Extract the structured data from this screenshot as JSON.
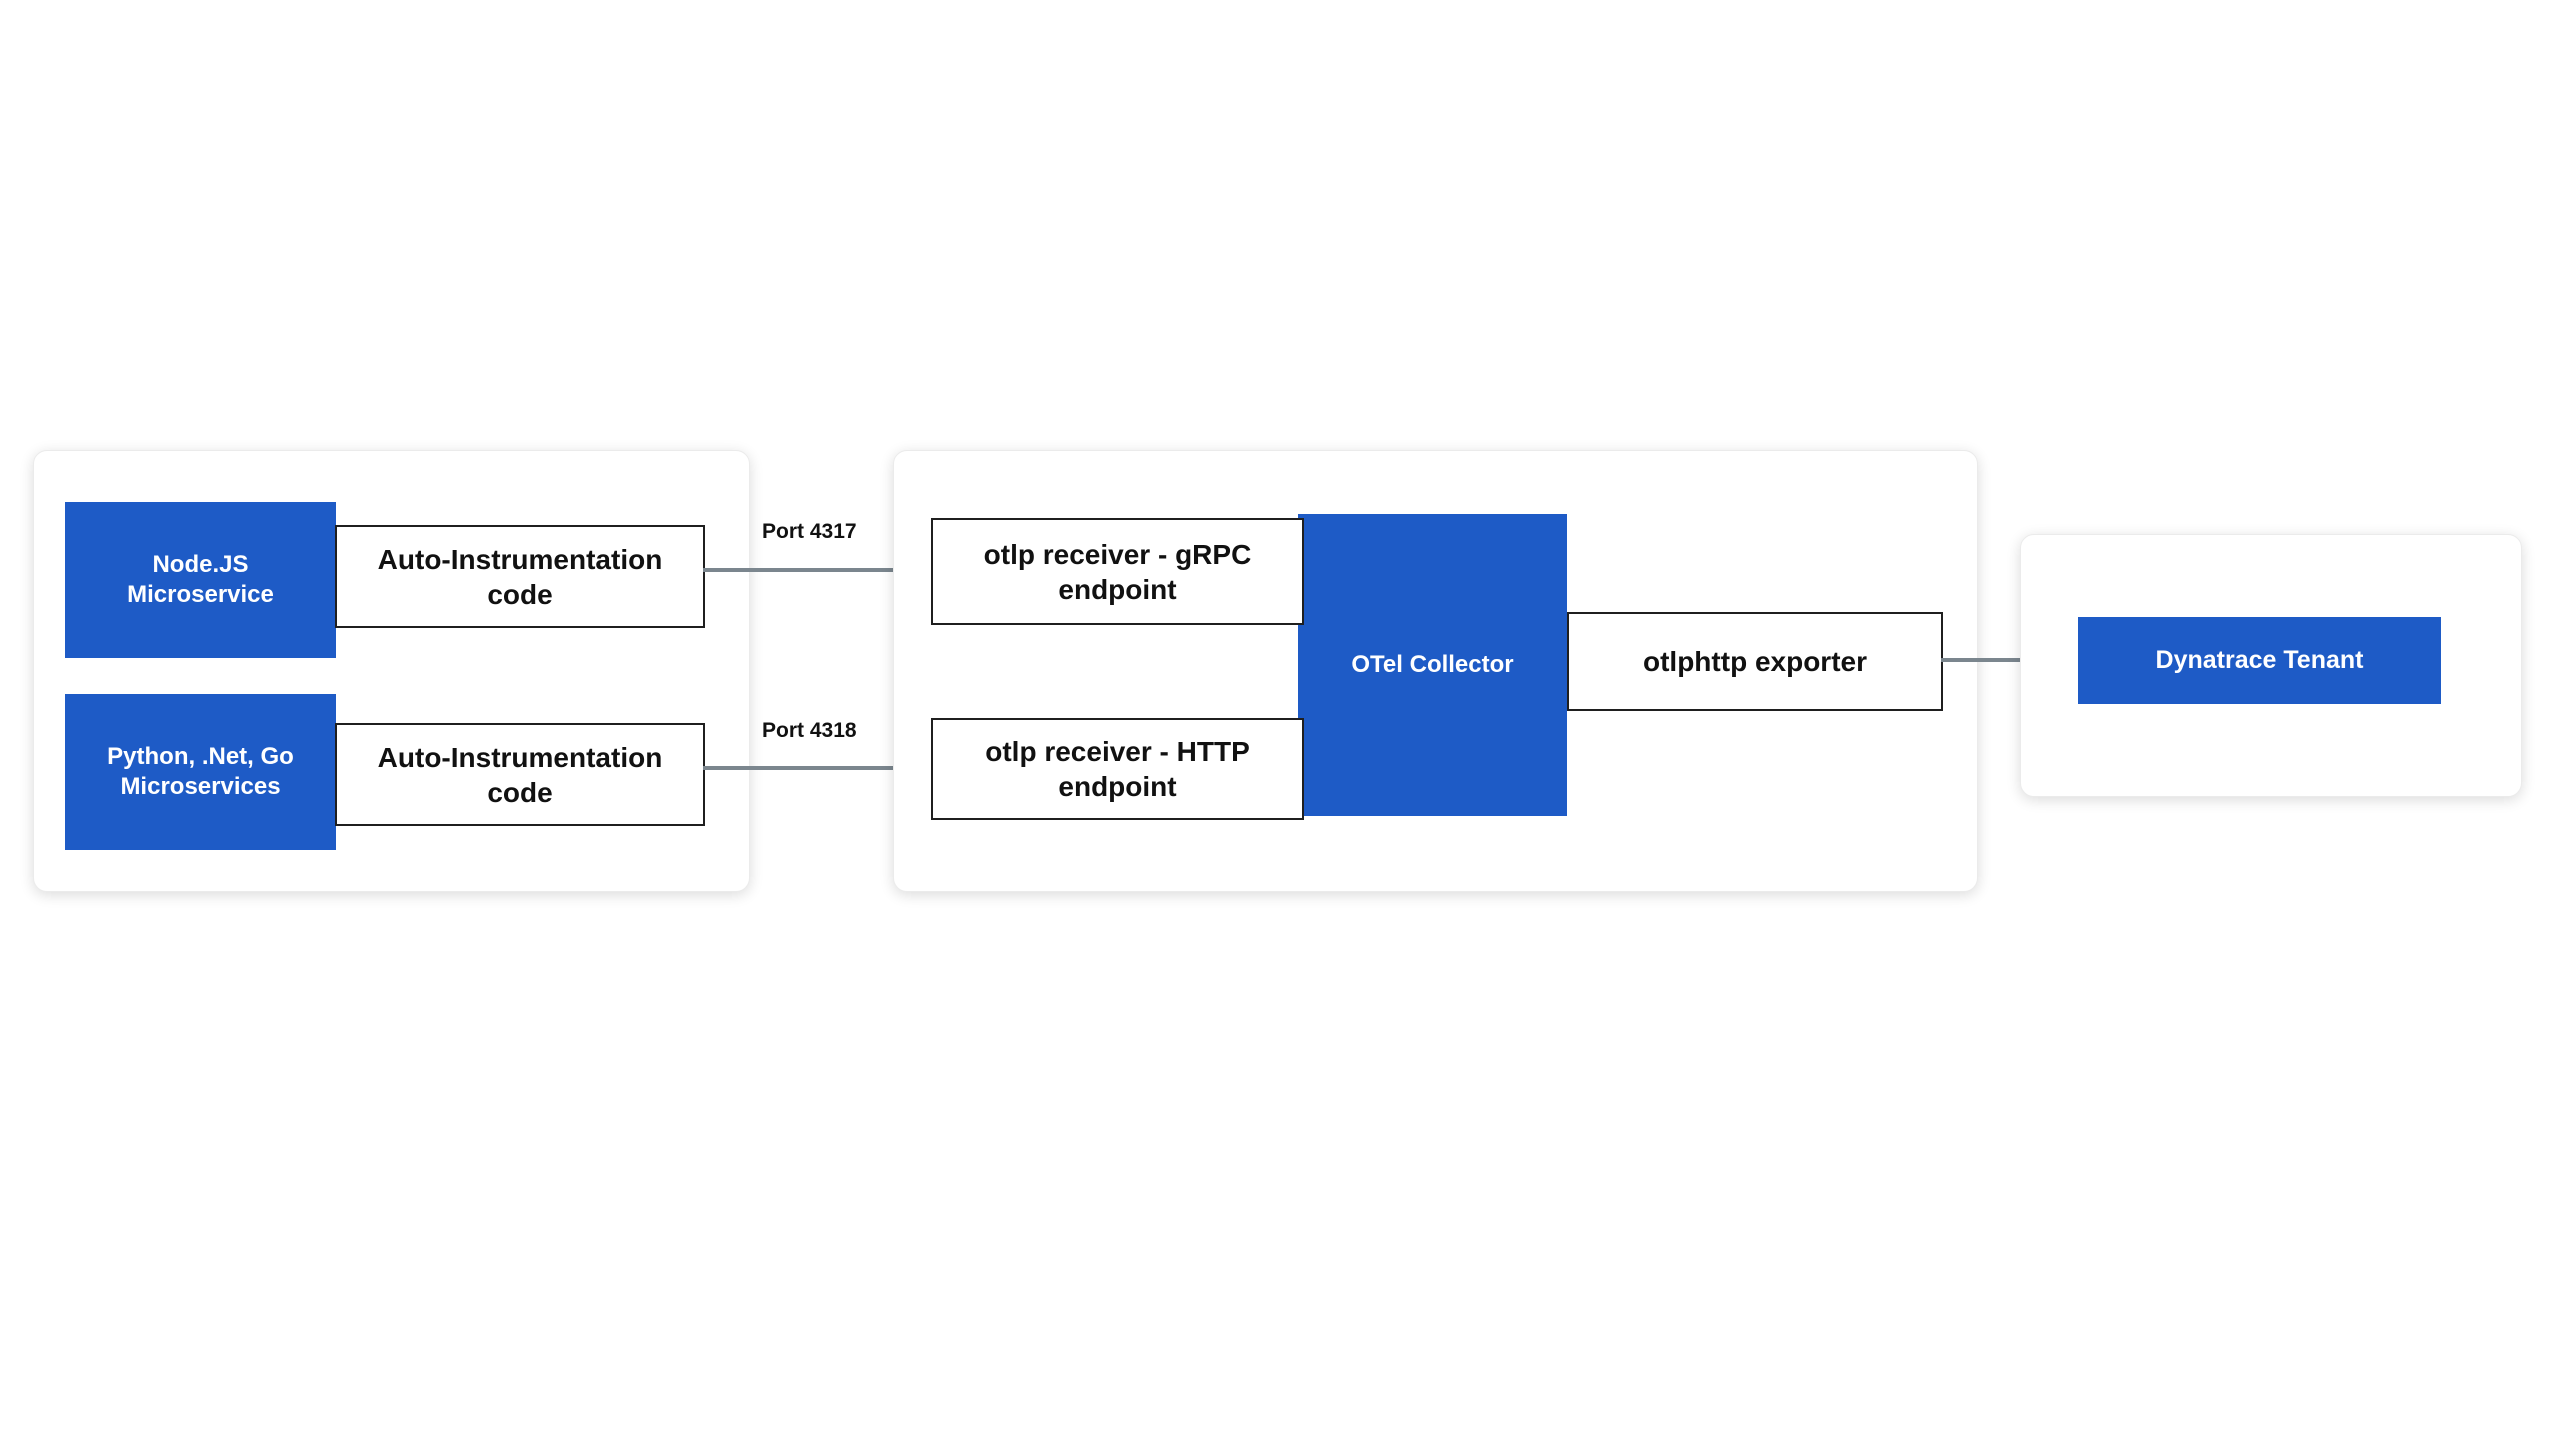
{
  "diagram": {
    "left_group": {
      "row1": {
        "service": "Node.JS\nMicroservice",
        "code": "Auto-Instrumentation\ncode",
        "port": "Port 4317"
      },
      "row2": {
        "service": "Python, .Net, Go\nMicroservices",
        "code": "Auto-Instrumentation\ncode",
        "port": "Port 4318"
      }
    },
    "collector_group": {
      "receiver_grpc": "otlp receiver - gRPC\nendpoint",
      "receiver_http": "otlp receiver - HTTP\nendpoint",
      "collector": "OTel Collector",
      "exporter": "otlphttp exporter"
    },
    "tenant": "Dynatrace Tenant"
  },
  "colors": {
    "primary_blue": "#1e5bc6",
    "arrow_gray": "#7b868e",
    "box_border": "#1f1f1f",
    "card_background": "#ffffff"
  }
}
